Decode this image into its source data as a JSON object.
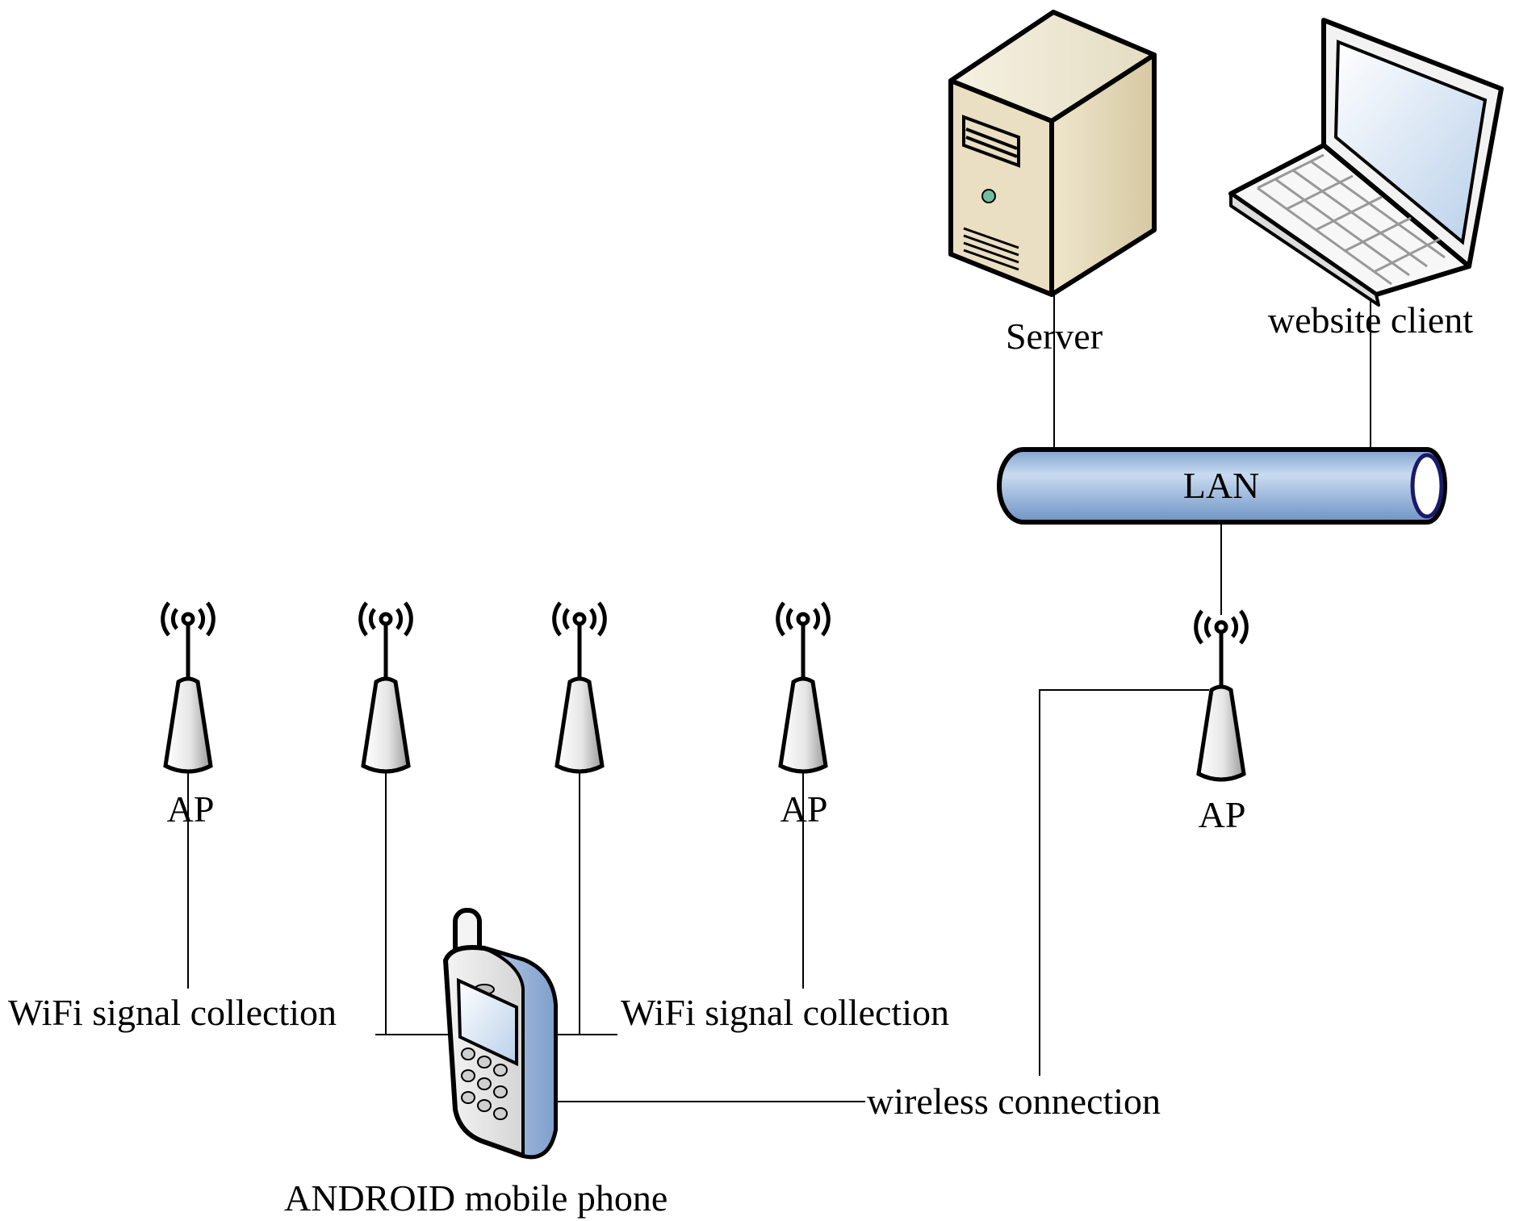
{
  "labels": {
    "server": "Server",
    "website_client": "website client",
    "lan": "LAN",
    "ap": "AP",
    "wifi_left": "WiFi signal collection",
    "wifi_right": "WiFi signal collection",
    "wireless": "wireless connection",
    "phone": "ANDROID mobile phone"
  },
  "icons": {
    "server": "server-tower-icon",
    "laptop": "laptop-icon",
    "lan": "lan-bus-icon",
    "access_point": "wifi-access-point-icon",
    "phone": "mobile-phone-icon"
  },
  "colors": {
    "server_body": "#e6dcc0",
    "lan_tube": "#8fb0d8",
    "phone_side": "#9fb7da",
    "laptop_screen": "#cfe0f2",
    "ap_body": "#e8e8e8",
    "line": "#000000"
  }
}
